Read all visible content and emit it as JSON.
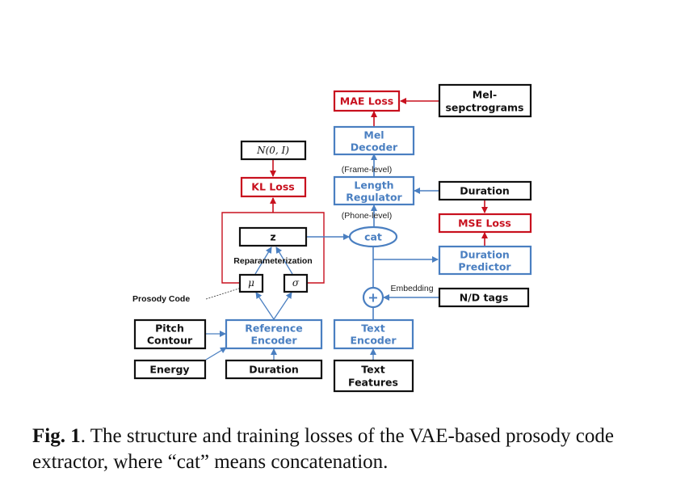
{
  "diagram": {
    "nodes": {
      "mae_loss": {
        "label": "MAE Loss",
        "style": "loss"
      },
      "mel_spectrograms": {
        "line1": "Mel-",
        "line2": "sepctrograms",
        "style": "input"
      },
      "mel_decoder": {
        "line1": "Mel",
        "line2": "Decoder",
        "style": "module"
      },
      "normal_prior": {
        "label": "N(0, I)",
        "style": "input"
      },
      "kl_loss": {
        "label": "KL Loss",
        "style": "loss"
      },
      "length_regulator": {
        "line1": "Length",
        "line2": "Regulator",
        "style": "module"
      },
      "duration_target": {
        "label": "Duration",
        "style": "input"
      },
      "mse_loss": {
        "label": "MSE Loss",
        "style": "loss"
      },
      "z": {
        "label": "z",
        "style": "input"
      },
      "cat": {
        "label": "cat",
        "style": "module"
      },
      "duration_predictor": {
        "line1": "Duration",
        "line2": "Predictor",
        "style": "module"
      },
      "mu": {
        "label": "μ",
        "style": "input"
      },
      "sigma": {
        "label": "σ",
        "style": "input"
      },
      "plus": {
        "label": "+",
        "style": "module"
      },
      "nd_tags": {
        "label": "N/D tags",
        "style": "input"
      },
      "pitch_contour": {
        "line1": "Pitch",
        "line2": "Contour",
        "style": "input"
      },
      "reference_encoder": {
        "line1": "Reference",
        "line2": "Encoder",
        "style": "module"
      },
      "text_encoder": {
        "line1": "Text",
        "line2": "Encoder",
        "style": "module"
      },
      "energy": {
        "label": "Energy",
        "style": "input"
      },
      "duration_input": {
        "label": "Duration",
        "style": "input"
      },
      "text_features": {
        "line1": "Text",
        "line2": "Features",
        "style": "input"
      }
    },
    "annotations": {
      "frame_level": "(Frame-level)",
      "phone_level": "(Phone-level)",
      "reparameterization": "Reparameterization",
      "prosody_code": "Prosody Code",
      "embedding": "Embedding"
    },
    "colors": {
      "module": "#4a7fc1",
      "loss": "#c8101e",
      "input": "#111111"
    }
  },
  "caption": {
    "label": "Fig. 1",
    "text": ". The structure and training losses of the VAE-based prosody code extractor, where “cat” means concatenation."
  }
}
